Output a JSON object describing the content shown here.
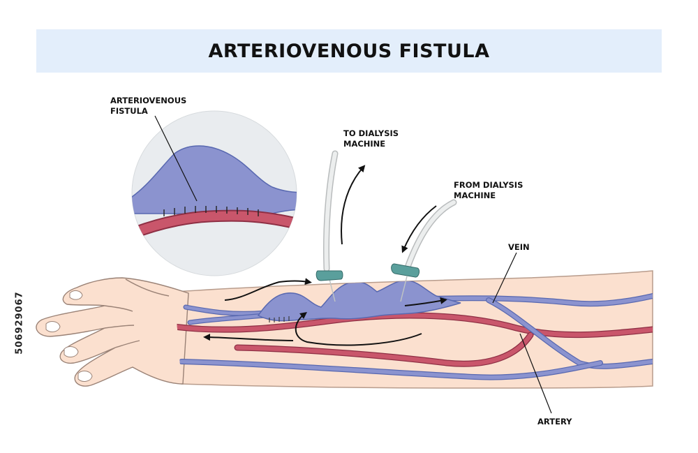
{
  "title": "ARTERIOVENOUS FISTULA",
  "labels": {
    "fistula": [
      "ARTERIOVENOUS",
      "FISTULA"
    ],
    "to_dialysis": [
      "TO DIALYSIS",
      "MACHINE"
    ],
    "from_dialysis": [
      "FROM DIALYSIS",
      "MACHINE"
    ],
    "vein": "VEIN",
    "artery": "ARTERY"
  },
  "side_id": "506929067",
  "colors": {
    "title_band": "#e3eefb",
    "skin": "#fbe0cf",
    "skin_outline": "#b89c8c",
    "vein": "#8b93cf",
    "vein_outline": "#5868b0",
    "artery": "#c9566b",
    "artery_outline": "#8e2f44",
    "needle_hub": "#5a9f9c",
    "tube": "#e6e8e8",
    "zoom_circle": "#e9ecef"
  }
}
